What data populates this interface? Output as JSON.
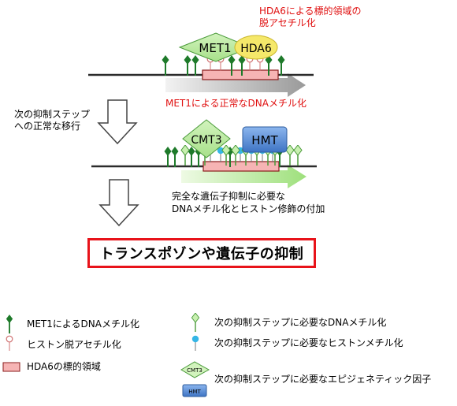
{
  "top": {
    "hda6_note": [
      "HDA6による標的領域の",
      "脱アセチル化"
    ],
    "met1_label": "MET1",
    "hda6_label": "HDA6",
    "met1_note": "MET1による正常なDNAメチル化"
  },
  "middle": {
    "transition_note": [
      "次の抑制ステップ",
      "への正常な移行"
    ],
    "cmt3_label": "CMT3",
    "hmt_label": "HMT",
    "result_note": [
      "完全な遺伝子抑制に必要な",
      "DNAメチル化とヒストン修飾の付加"
    ]
  },
  "conclusion": "トランスポゾンや遺伝子の抑制",
  "legend": {
    "met1_meth": "MET1によるDNAメチル化",
    "histone_deacetyl": "ヒストン脱アセチル化",
    "hda6_target": "HDA6の標的領域",
    "next_dna_meth": "次の抑制ステップに必要なDNAメチル化",
    "next_histone_meth": "次の抑制ステップに必要なヒストンメチル化",
    "epigenetic_factors": "次の抑制ステップに必要なエピジェネティック因子",
    "mini_cmt3": "CMT3",
    "mini_hmt": "HMT"
  },
  "colors": {
    "dark_green": "#1e7a2a",
    "light_green": "#c8f0b0",
    "light_green_stroke": "#4a9a3a",
    "hda6_yellow": "#f5e86a",
    "hmt_blue": "#5a8fd6",
    "cyan_dot": "#35b6e6",
    "pink_region": "#f6b4b4",
    "red_text": "#e01010"
  }
}
